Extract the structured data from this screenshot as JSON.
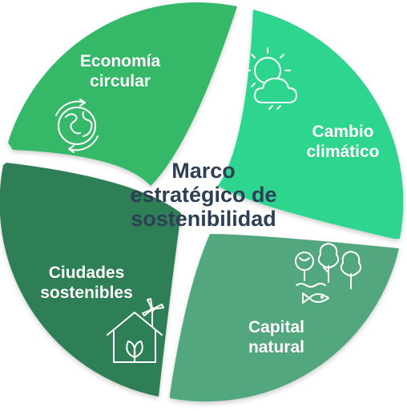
{
  "center": {
    "line1": "Marco",
    "line2": "estratégico de",
    "line3": "sostenibilidad"
  },
  "segments": [
    {
      "line1": "Economía",
      "line2": "circular",
      "color": "#34b868",
      "icon": "recycle-globe-icon"
    },
    {
      "line1": "Cambio",
      "line2": "climático",
      "color": "#2ed58f",
      "icon": "sun-cloud-icon"
    },
    {
      "line1": "Capital",
      "line2": "natural",
      "color": "#53a77e",
      "icon": "trees-fish-icon"
    },
    {
      "line1": "Ciudades",
      "line2": "sostenibles",
      "color": "#2f7f55",
      "icon": "house-windmill-icon"
    }
  ]
}
